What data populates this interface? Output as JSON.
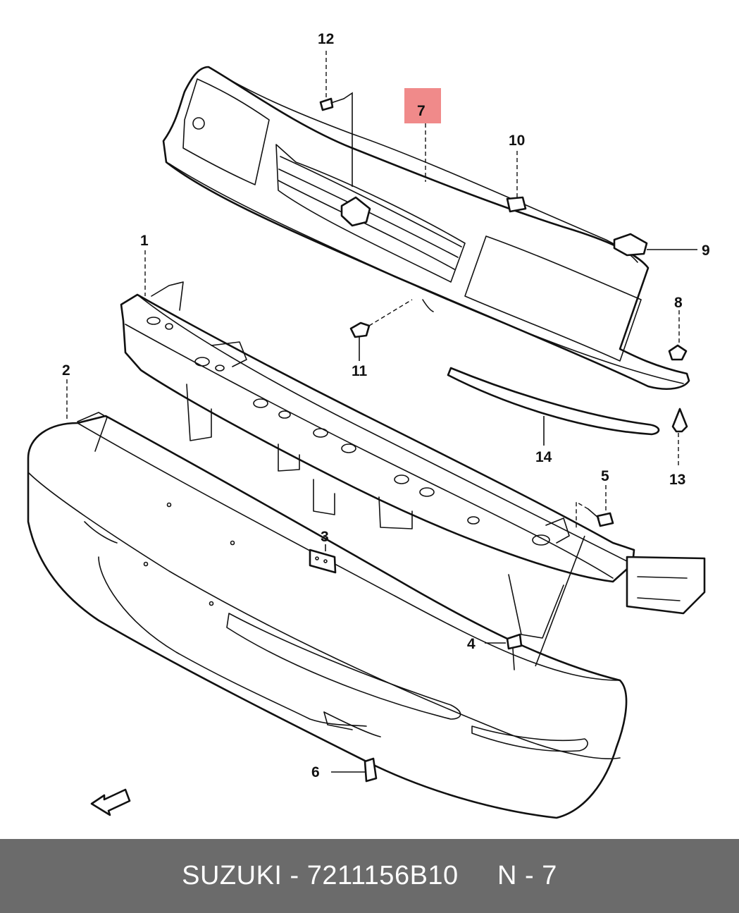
{
  "diagram": {
    "highlight_color": "#f08a8a",
    "callouts": {
      "c1": "1",
      "c2": "2",
      "c3": "3",
      "c4": "4",
      "c5": "5",
      "c6": "6",
      "c7": "7",
      "c8": "8",
      "c9": "9",
      "c10": "10",
      "c11": "11",
      "c12": "12",
      "c13": "13",
      "c14": "14"
    },
    "highlighted_callout": "7",
    "direction_icon": "front-arrow-icon"
  },
  "footer": {
    "brand": "SUZUKI",
    "part_number": "7211156B10",
    "position": "N - 7"
  }
}
